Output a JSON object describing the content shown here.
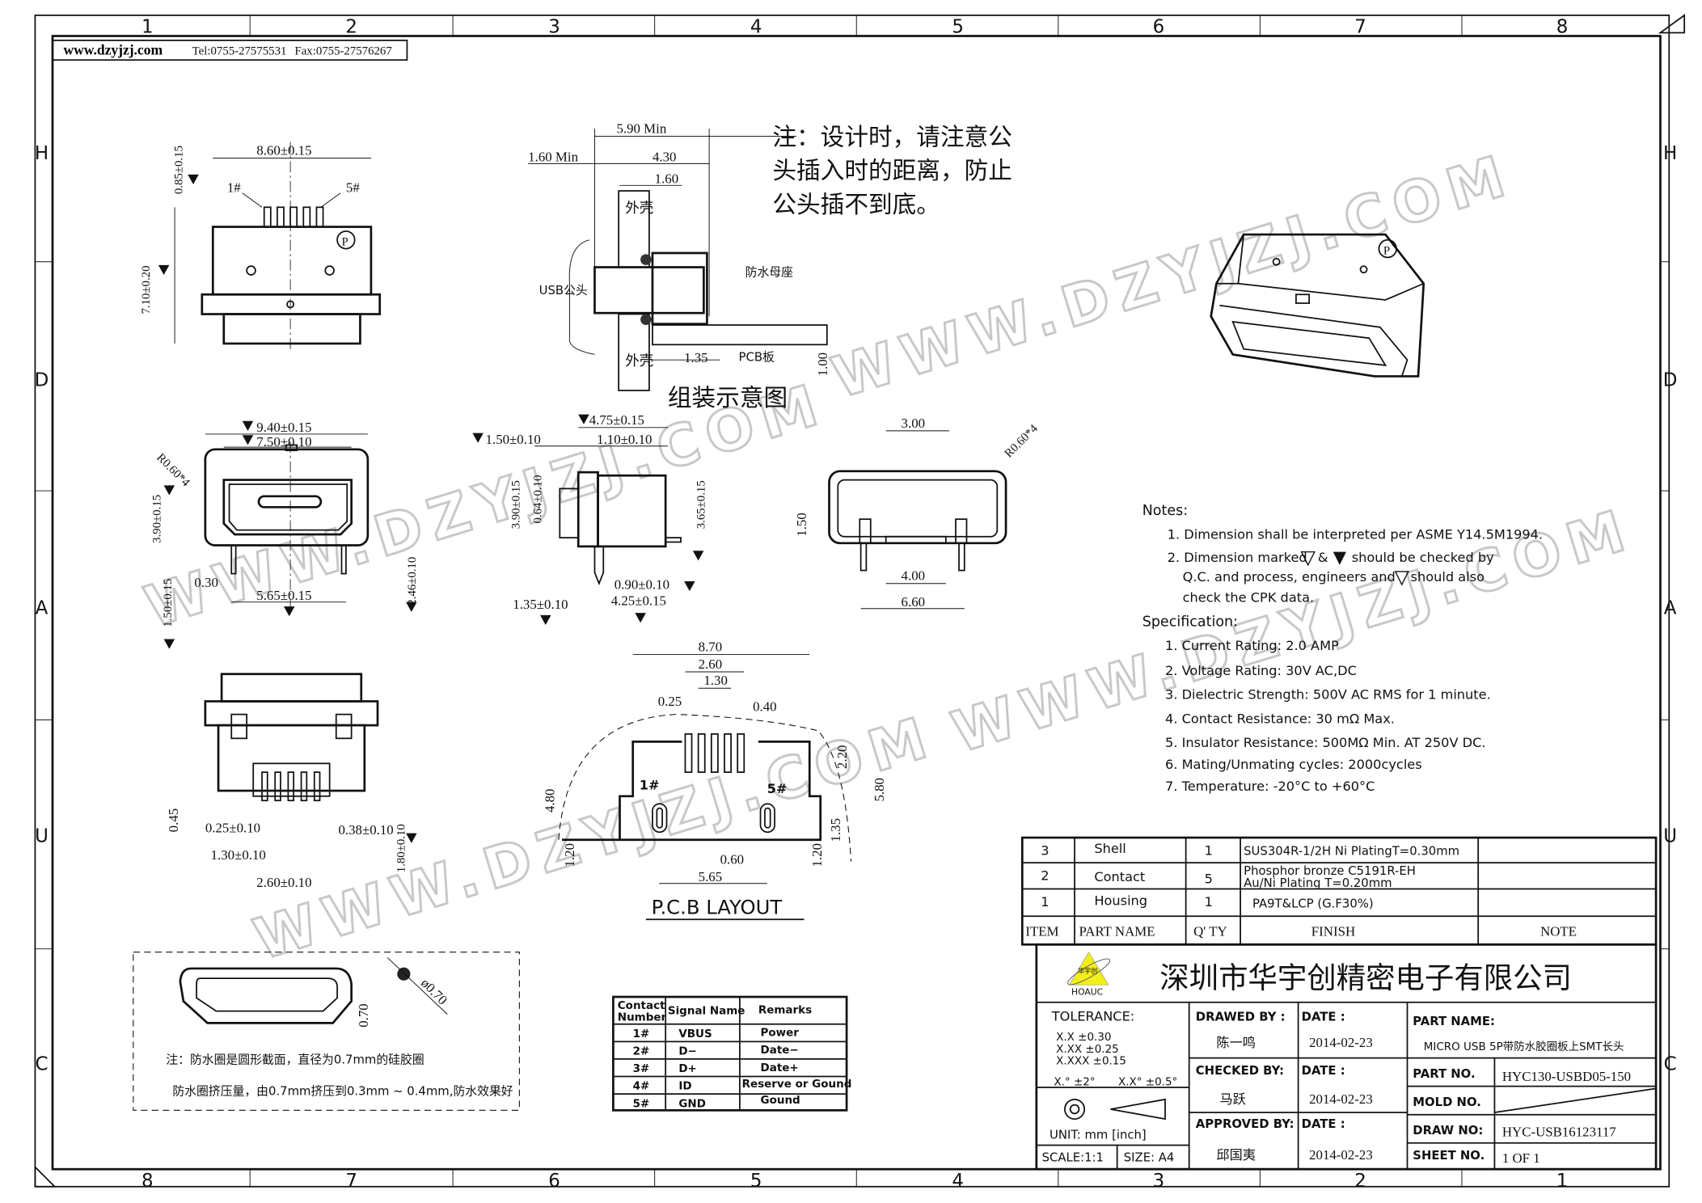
{
  "header": {
    "website": "www.dzyjzj.com",
    "tel": "Tel:0755-27575531",
    "fax": "Fax:0755-27576267"
  },
  "frame": {
    "top_columns": [
      "1",
      "2",
      "3",
      "4",
      "5",
      "6",
      "7",
      "8"
    ],
    "bottom_columns": [
      "8",
      "7",
      "6",
      "5",
      "4",
      "3",
      "2",
      "1"
    ],
    "rows": [
      "H",
      "D",
      "A",
      "U",
      "C"
    ]
  },
  "watermark": "WWW.DZYJZJ.COM",
  "top_view": {
    "width": "8.60±0.15",
    "pin_height": "0.85±0.15",
    "height": "7.10±0.20",
    "pin1": "1#",
    "pin5": "5#"
  },
  "assembly": {
    "d_590": "5.90 Min",
    "d_160min": "1.60 Min",
    "d_430": "4.30",
    "d_160": "1.60",
    "shell_top": "外壳",
    "shell_bottom": "外壳",
    "plug": "USB公头",
    "receptacle": "防水母座",
    "d_135": "1.35",
    "pcb": "PCB板",
    "d_100": "1.00",
    "title": "组装示意图"
  },
  "design_note": [
    "注：设计时，请注意公",
    "头插入时的距离，防止",
    "公头插不到底。"
  ],
  "front_view": {
    "radius": "R0.60*4",
    "w_outer": "9.40±0.15",
    "w_inner": "7.50±0.10",
    "h": "3.90±0.15",
    "pin_w": "0.30",
    "pin_pitch": "5.65±0.15",
    "pin_len": "1.50±0.15",
    "h_open": "2.46±0.10"
  },
  "side_view": {
    "depth": "4.75±0.15",
    "d150": "1.50±0.10",
    "d110": "1.10±0.10",
    "h390": "3.90±0.15",
    "h064": "0.64±0.10",
    "h365": "3.65±0.15",
    "d090": "0.90±0.10",
    "d425": "4.25±0.15",
    "d135": "1.35±0.10"
  },
  "rear_view": {
    "d300": "3.00",
    "radius": "R0.60*4",
    "d150": "1.50",
    "d400": "4.00",
    "d660": "6.60"
  },
  "bottom_view": {
    "d045": "0.45",
    "d025": "0.25±0.10",
    "d038": "0.38±0.10",
    "d130": "1.30±0.10",
    "d260": "2.60±0.10",
    "d180": "1.80±0.10"
  },
  "pcb_layout": {
    "d870": "8.70",
    "d260": "2.60",
    "d130": "1.30",
    "d025": "0.25",
    "d040": "0.40",
    "d220": "2.20",
    "d580": "5.80",
    "d480": "4.80",
    "d135": "1.35",
    "d120a": "1.20",
    "d120b": "1.20",
    "d060": "0.60",
    "d565": "5.65",
    "pin1": "1#",
    "pin5": "5#",
    "title": "P.C.B  LAYOUT"
  },
  "oring": {
    "d070": "0.70",
    "dia": "ø0.70",
    "note1": "注：防水圈是圆形截面，直径为0.7mm的硅胶圈",
    "note2": "防水圈挤压量，由0.7mm挤压到0.3mm ~ 0.4mm,防水效果好"
  },
  "notes": {
    "title": "Notes:",
    "items": [
      "1. Dimension shall be interpreted per ASME Y14.5M1994.",
      "2. Dimension marked",
      "&",
      "should be checked by",
      "Q.C. and process, engineers and",
      "should also",
      "check the CPK data."
    ],
    "spec_title": "Specification:",
    "specs": [
      "1. Current Rating: 2.0 AMP",
      "2. Voltage Rating: 30V AC,DC",
      "3. Dielectric Strength: 500V AC RMS for 1 minute.",
      "4. Contact Resistance: 30 mΩ Max.",
      "5. Insulator Resistance: 500MΩ Min. AT 250V DC.",
      "6. Mating/Unmating cycles: 2000cycles",
      "7. Temperature: -20°C to +60°C"
    ]
  },
  "signal_table": {
    "headers": [
      "Contact",
      "Number",
      "Signal Name",
      "Remarks"
    ],
    "rows": [
      [
        "1#",
        "VBUS",
        "Power"
      ],
      [
        "2#",
        "D−",
        "Date−"
      ],
      [
        "3#",
        "D+",
        "Date+"
      ],
      [
        "4#",
        "ID",
        "Reserve or Gound"
      ],
      [
        "5#",
        "GND",
        "Gound"
      ]
    ]
  },
  "bom": {
    "headers": [
      "ITEM",
      "PART   NAME",
      "Q' TY",
      "FINISH",
      "NOTE"
    ],
    "rows": [
      {
        "item": "3",
        "name": "Shell",
        "qty": "1",
        "finish": "SUS304R-1/2H   Ni   PlatingT=0.30mm",
        "finish2": ""
      },
      {
        "item": "2",
        "name": "Contact",
        "qty": "5",
        "finish": "Phosphor  bronze  C5191R-EH",
        "finish2": "Au/Ni   Plating   T=0.20mm"
      },
      {
        "item": "1",
        "name": "Housing",
        "qty": "1",
        "finish": "PA9T&LCP  (G.F30%)",
        "finish2": ""
      }
    ]
  },
  "title_block": {
    "logo": "HOAUC",
    "logo_cn": "华宇创",
    "company": "深圳市华宇创精密电子有限公司",
    "tolerance_label": "TOLERANCE:",
    "tolerances": [
      "X.X    ±0.30",
      "X.XX   ±0.25",
      "X.XXX  ±0.15"
    ],
    "angle_tol": [
      "X.° ±2°",
      "X.X° ±0.5°"
    ],
    "unit": "UNIT:  mm  [inch]",
    "scale": "SCALE:1:1",
    "size": "SIZE:  A4",
    "drawed_by_label": "DRAWED BY :",
    "drawed_by": "陈一鸣",
    "checked_by_label": "CHECKED BY:",
    "checked_by": "马跃",
    "approved_by_label": "APPROVED BY:",
    "approved_by": "邱国夷",
    "date_label": "DATE :",
    "date1": "2014-02-23",
    "date2": "2014-02-23",
    "date3": "2014-02-23",
    "part_name_label": "PART NAME:",
    "part_name": "MICRO USB 5P带防水胶圈板上SMT长头",
    "part_no_label": "PART NO.",
    "part_no": "HYC130-USBD05-150",
    "mold_no_label": "MOLD NO.",
    "draw_no_label": "DRAW NO:",
    "draw_no": "HYC-USB16123117",
    "sheet_no_label": "SHEET NO.",
    "sheet_no": "1 OF 1"
  }
}
